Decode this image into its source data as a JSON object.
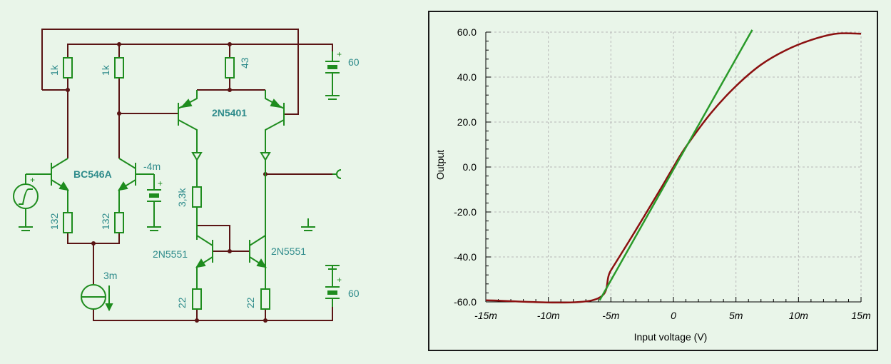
{
  "schematic": {
    "labels": {
      "r_left_top": "1k",
      "r_mid_top": "1k",
      "r_top_right": "43",
      "battery_top_voltage": "60",
      "pnp_pair_model": "2N5401",
      "npn_pair_model": "BC546A",
      "battery_small_voltage": "-4m",
      "r_3k3": "3,3k",
      "r_emit_left": "132",
      "r_emit_right": "132",
      "current_source": "3m",
      "mirror_left_model": "2N5551",
      "mirror_right_model": "2N5551",
      "r_bottom_left": "22",
      "r_bottom_right": "22",
      "battery_bottom_voltage": "60"
    },
    "colors": {
      "component": "#1E8C1E",
      "wire": "#5A1414",
      "label": "#2E8B8B"
    }
  },
  "chart_data": {
    "type": "line",
    "xlabel": "Input voltage (V)",
    "ylabel": "Output",
    "xlim": [
      -0.015,
      0.015
    ],
    "ylim": [
      -60,
      60
    ],
    "x_tick_labels": [
      "-15m",
      "-10m",
      "-5m",
      "0",
      "5m",
      "10m",
      "15m"
    ],
    "y_tick_labels": [
      "60.0",
      "40.0",
      "20.0",
      "0.0",
      "-20.0",
      "-40.0",
      "-60.0"
    ],
    "grid": true,
    "series": [
      {
        "color": "#8B1010",
        "x": [
          -0.015,
          -0.0065,
          -0.005,
          -0.003,
          -0.001,
          0,
          0.001,
          0.003,
          0.005,
          0.007,
          0.009,
          0.011,
          0.013,
          0.015
        ],
        "y": [
          -59.3,
          -59.3,
          -46,
          -28,
          -9.5,
          0,
          9,
          24,
          36,
          45.5,
          52,
          56.5,
          59.3,
          59.3
        ]
      },
      {
        "color": "#2A9A2A",
        "x": [
          -0.0059,
          0.0063
        ],
        "y": [
          -59.3,
          61
        ]
      }
    ]
  }
}
